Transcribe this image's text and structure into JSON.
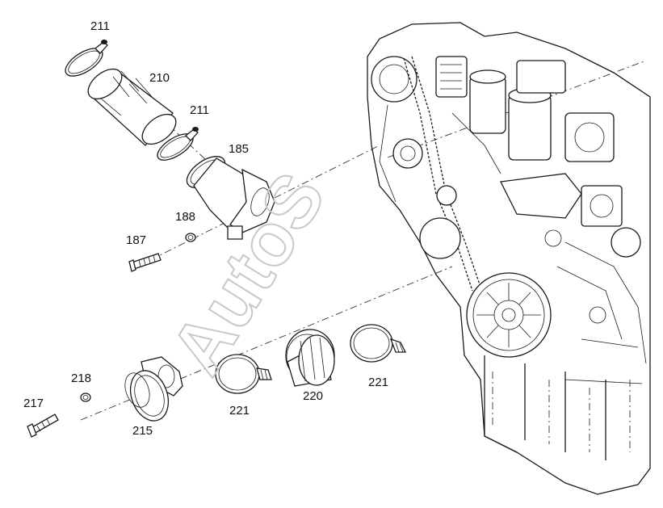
{
  "labels": {
    "p211a": "211",
    "p210": "210",
    "p211b": "211",
    "p185": "185",
    "p188": "188",
    "p187": "187",
    "p218": "218",
    "p217": "217",
    "p215": "215",
    "p221a": "221",
    "p220": "220",
    "p221b": "221"
  },
  "watermark": "AutoS"
}
